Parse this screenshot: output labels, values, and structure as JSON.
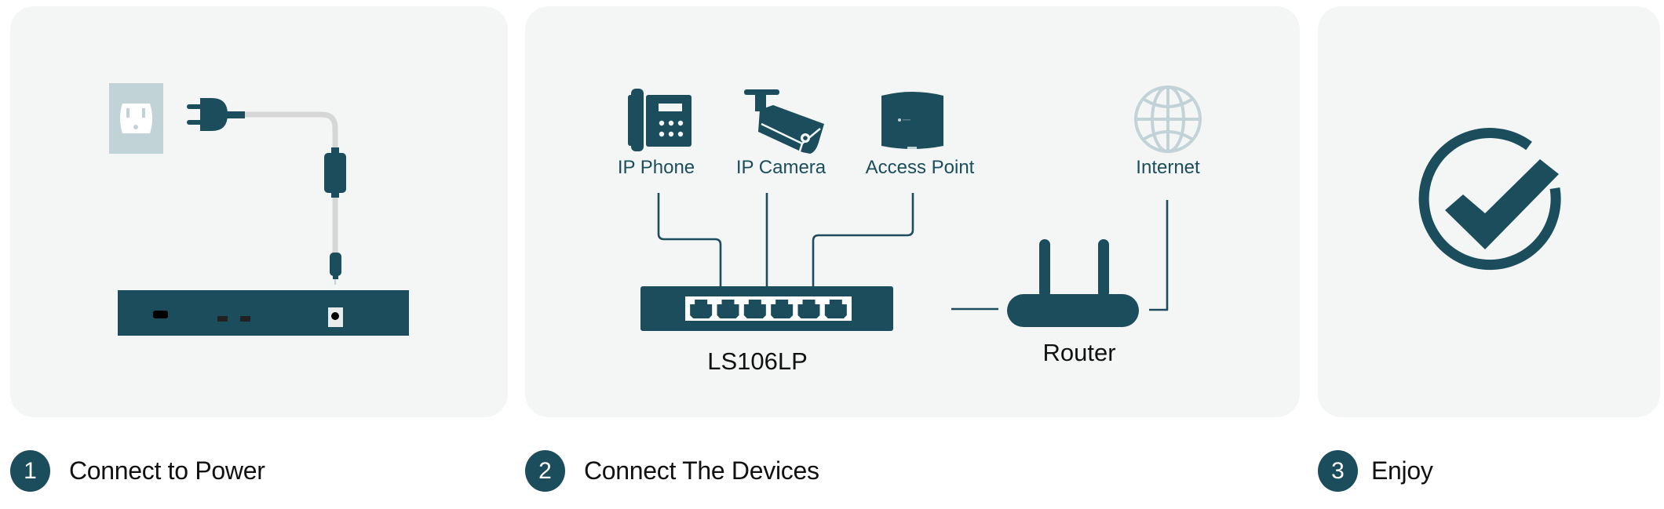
{
  "colors": {
    "accent": "#1b4d5c",
    "card_bg": "#f4f6f6",
    "light_accent": "#c2d3d8",
    "cable": "#d6d6d6"
  },
  "steps": [
    {
      "number": "1",
      "label": "Connect to Power"
    },
    {
      "number": "2",
      "label": "Connect The Devices"
    },
    {
      "number": "3",
      "label": "Enjoy"
    }
  ],
  "power_diagram": {
    "icons": [
      "power-outlet-icon",
      "power-plug-icon",
      "power-adapter-icon",
      "switch-rear-panel-icon"
    ]
  },
  "devices_diagram": {
    "devices": [
      {
        "label": "IP Phone",
        "icon": "ip-phone-icon"
      },
      {
        "label": "IP Camera",
        "icon": "ip-camera-icon"
      },
      {
        "label": "Access Point",
        "icon": "access-point-icon"
      },
      {
        "label": "Internet",
        "icon": "globe-icon"
      }
    ],
    "switch_label": "LS106LP",
    "switch_port_count": 6,
    "router_label": "Router"
  },
  "enjoy_diagram": {
    "icon": "check-circle-icon"
  }
}
